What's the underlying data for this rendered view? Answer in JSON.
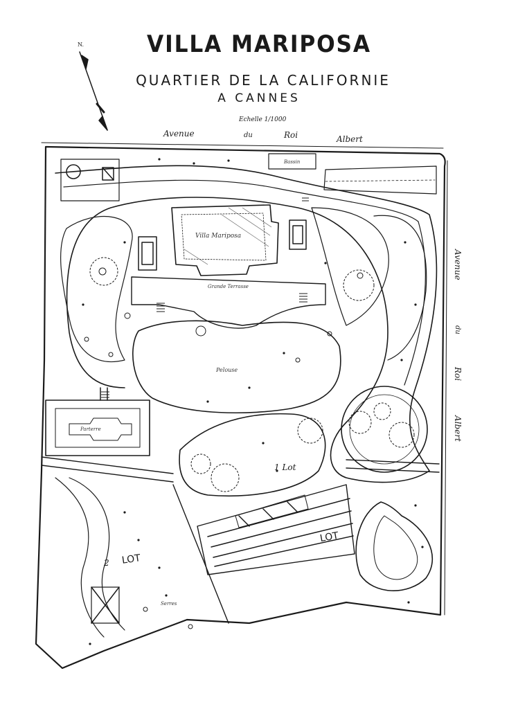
{
  "title": "VILLA MARIPOSA",
  "subtitle": "QUARTIER DE LA CALIFORNIE",
  "city": "A CANNES",
  "scale": "Echelle 1/1000",
  "north_marker": "N.",
  "streets": {
    "top_1": "Avenue",
    "top_2": "du",
    "top_3": "Roi",
    "top_4": "Albert",
    "right_1": "Avenue",
    "right_2": "du",
    "right_3": "Roi",
    "right_4": "Albert"
  },
  "labels": {
    "villa": "Villa Mariposa",
    "terrasse": "Grande Terrasse",
    "pelouse": "Pelouse",
    "serres": "Serres",
    "bassin": "Bassin",
    "parterre": "Parterre",
    "lot_mid": "1 Lot",
    "lot_right": "LOT",
    "lot_left": "LOT",
    "lot_left_num": "2"
  },
  "colors": {
    "ink": "#1a1a1a",
    "paper": "#ffffff"
  }
}
